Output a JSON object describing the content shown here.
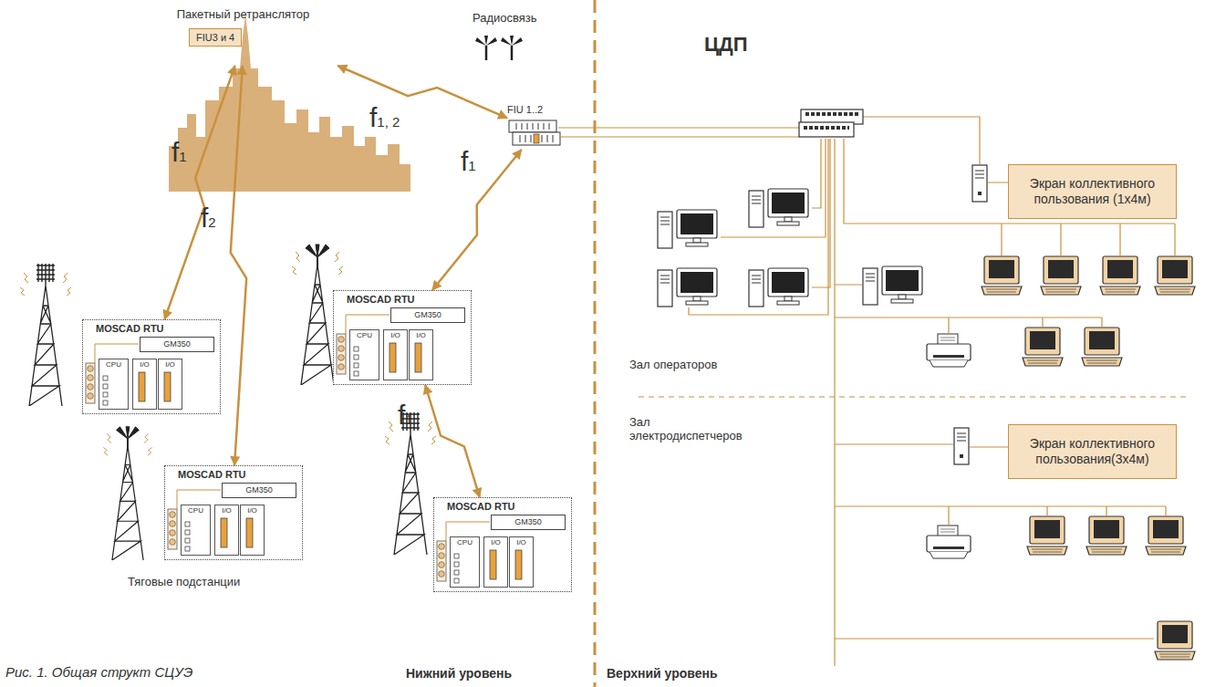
{
  "diagram": {
    "caption": "Рис. 1. Общая структ СЦУЭ",
    "nodes": [
      {
        "text": [
          "Пакетный ретранслятор",
          "FIU3 и 4"
        ]
      },
      {
        "text": [
          "FIU 1..2"
        ]
      },
      {
        "text": [
          "Экран коллективного пользования (1x4м)"
        ]
      },
      {
        "text": [
          "Экран коллективного пользования(3x4м)"
        ]
      },
      {
        "text": [
          "MOSCAD RTU"
        ]
      },
      {
        "text": [
          "GM350"
        ],
        "in": 4
      },
      {
        "text": [
          "CPU"
        ],
        "in": 4
      },
      {
        "text": [
          "I/O"
        ],
        "in": 4
      },
      {
        "text": [
          "I/O"
        ],
        "in": 4
      },
      {
        "text": [
          "MOSCAD RTU"
        ]
      },
      {
        "text": [
          "GM350"
        ],
        "in": 9
      },
      {
        "text": [
          "CPU"
        ],
        "in": 9
      },
      {
        "text": [
          "I/O"
        ],
        "in": 9
      },
      {
        "text": [
          "I/O"
        ],
        "in": 9
      },
      {
        "text": [
          "MOSCAD RTU"
        ]
      },
      {
        "text": [
          "GM350"
        ],
        "in": 14
      },
      {
        "text": [
          "CPU"
        ],
        "in": 14
      },
      {
        "text": [
          "I/O"
        ],
        "in": 14
      },
      {
        "text": [
          "I/O"
        ],
        "in": 14
      },
      {
        "text": [
          "MOSCAD RTU"
        ]
      },
      {
        "text": [
          "GM350"
        ],
        "in": 19
      },
      {
        "text": [
          "CPU"
        ],
        "in": 19
      },
      {
        "text": [
          "I/O"
        ],
        "in": 19
      },
      {
        "text": [
          "I/O"
        ],
        "in": 19
      }
    ],
    "edges": [
      {
        "from": 0,
        "to": 1,
        "label": "f1, 2",
        "arrow": "both"
      },
      {
        "from": 0,
        "to": 4,
        "label": "f1",
        "arrow": "both"
      },
      {
        "from": 0,
        "to": 9,
        "label": "f2",
        "arrow": "both"
      },
      {
        "from": 1,
        "to": 14,
        "label": "f1",
        "arrow": "both"
      },
      {
        "from": 14,
        "to": 19,
        "label": "f1",
        "arrow": "both"
      }
    ],
    "labels": [
      "Радиосвязь",
      "ЦДП",
      "Зал операторов",
      "Зал электродиспетчеров",
      "Тяговые подстанции",
      "Нижний уровень",
      "Верхний уровень"
    ]
  }
}
